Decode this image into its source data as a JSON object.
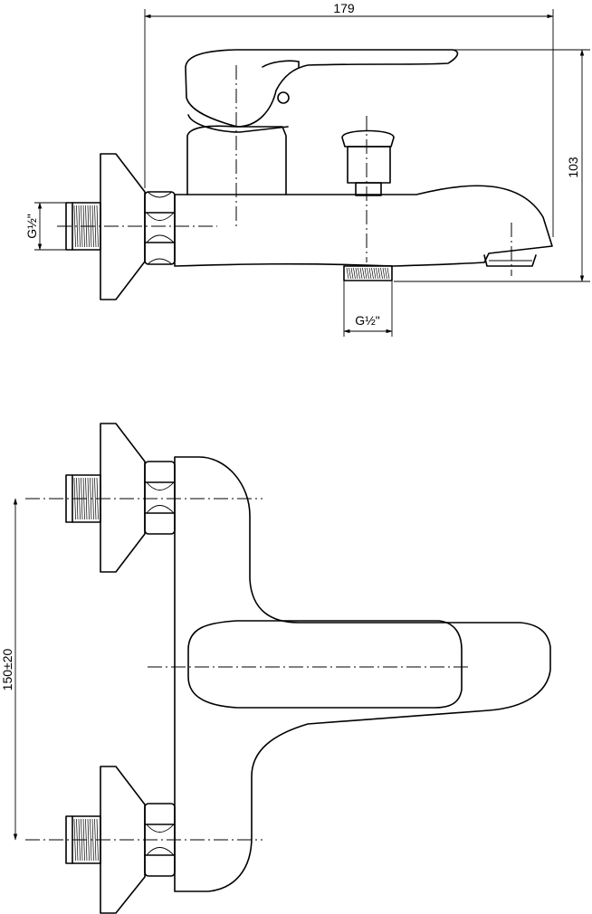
{
  "dimensions": {
    "overall_width": "179",
    "overall_height": "103",
    "side_thread": "G½\"",
    "bottom_thread": "G½\"",
    "inlet_spacing": "150±20"
  }
}
